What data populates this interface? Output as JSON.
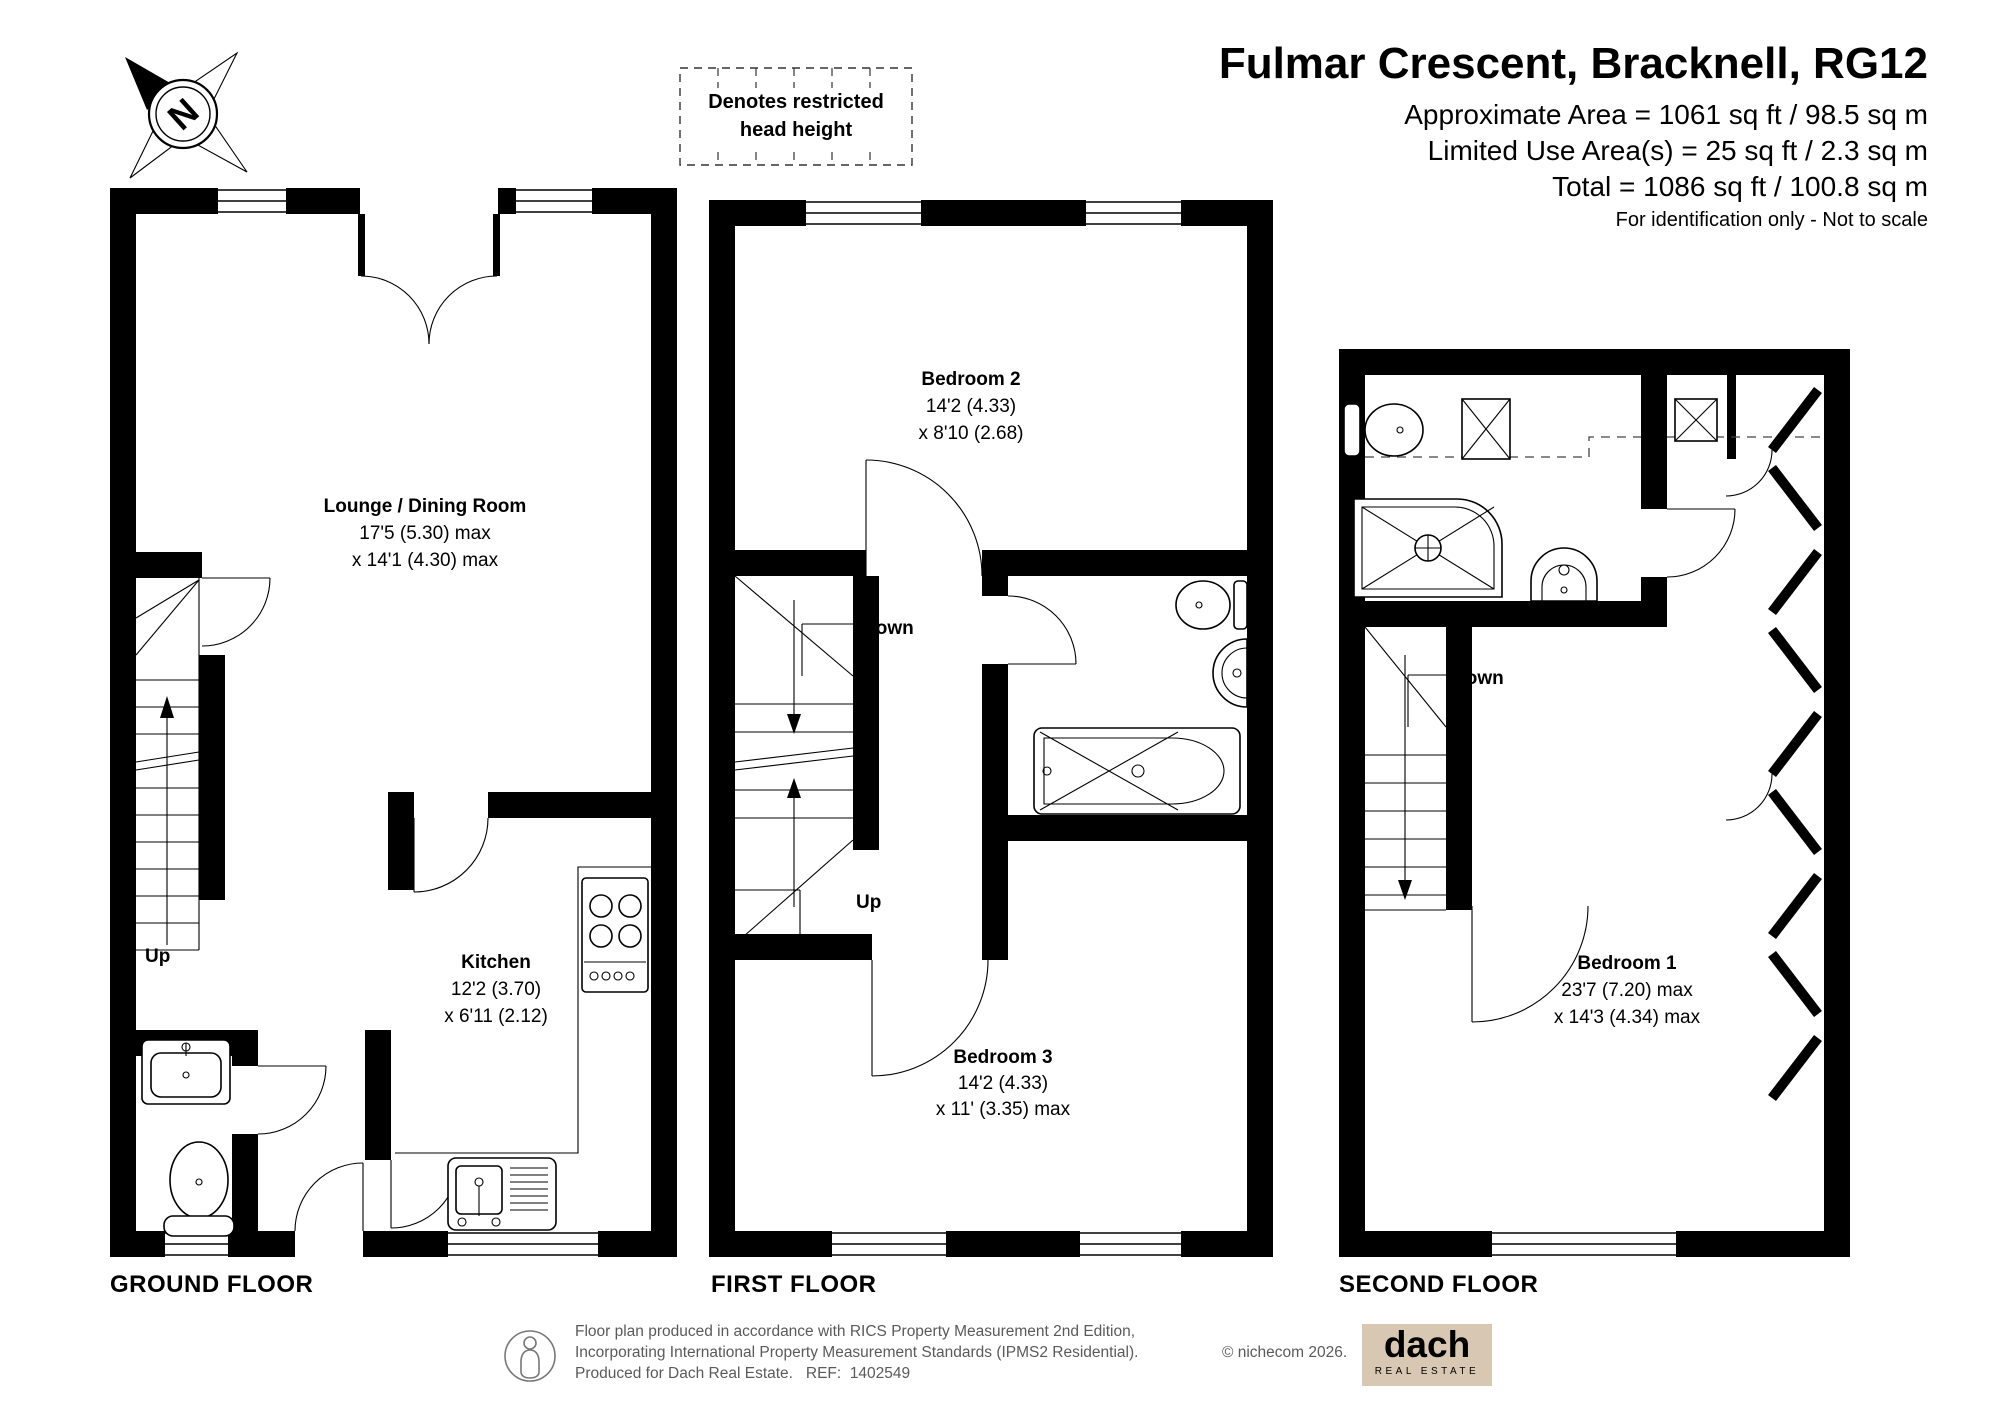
{
  "header": {
    "title": "Fulmar Crescent, Bracknell, RG12",
    "approx_area": "Approximate Area = 1061 sq ft / 98.5 sq m",
    "limited_use": "Limited Use Area(s) = 25 sq ft / 2.3 sq m",
    "total": "Total = 1086 sq ft / 100.8 sq m",
    "disclaimer": "For identification only - Not to scale"
  },
  "legend": {
    "line1": "Denotes restricted",
    "line2": "head height"
  },
  "compass": {
    "north_label": "N"
  },
  "floors": [
    {
      "label": "GROUND FLOOR",
      "rooms": [
        {
          "name": "Lounge / Dining Room",
          "dim1": "17'5 (5.30) max",
          "dim2": "x 14'1 (4.30) max"
        },
        {
          "name": "Kitchen",
          "dim1": "12'2 (3.70)",
          "dim2": "x 6'11 (2.12)"
        }
      ],
      "stair_labels": [
        "Up"
      ]
    },
    {
      "label": "FIRST FLOOR",
      "rooms": [
        {
          "name": "Bedroom 2",
          "dim1": "14'2 (4.33)",
          "dim2": "x 8'10 (2.68)"
        },
        {
          "name": "Bedroom 3",
          "dim1": "14'2 (4.33)",
          "dim2": "x 11' (3.35) max"
        }
      ],
      "stair_labels": [
        "Down",
        "Up"
      ]
    },
    {
      "label": "SECOND FLOOR",
      "rooms": [
        {
          "name": "Bedroom 1",
          "dim1": "23'7 (7.20) max",
          "dim2": "x 14'3 (4.34) max"
        }
      ],
      "stair_labels": [
        "Down"
      ]
    }
  ],
  "footer": {
    "line1": "Floor plan produced in accordance with RICS Property Measurement 2nd Edition,",
    "line2": "Incorporating International Property Measurement Standards (IPMS2 Residential).",
    "line3": "Produced for Dach Real Estate.   REF:  1402549",
    "copyright": "© nichecom 2026.",
    "logo": {
      "name": "dach",
      "tagline": "REAL ESTATE",
      "bg_color": "#d8c7b2"
    }
  }
}
